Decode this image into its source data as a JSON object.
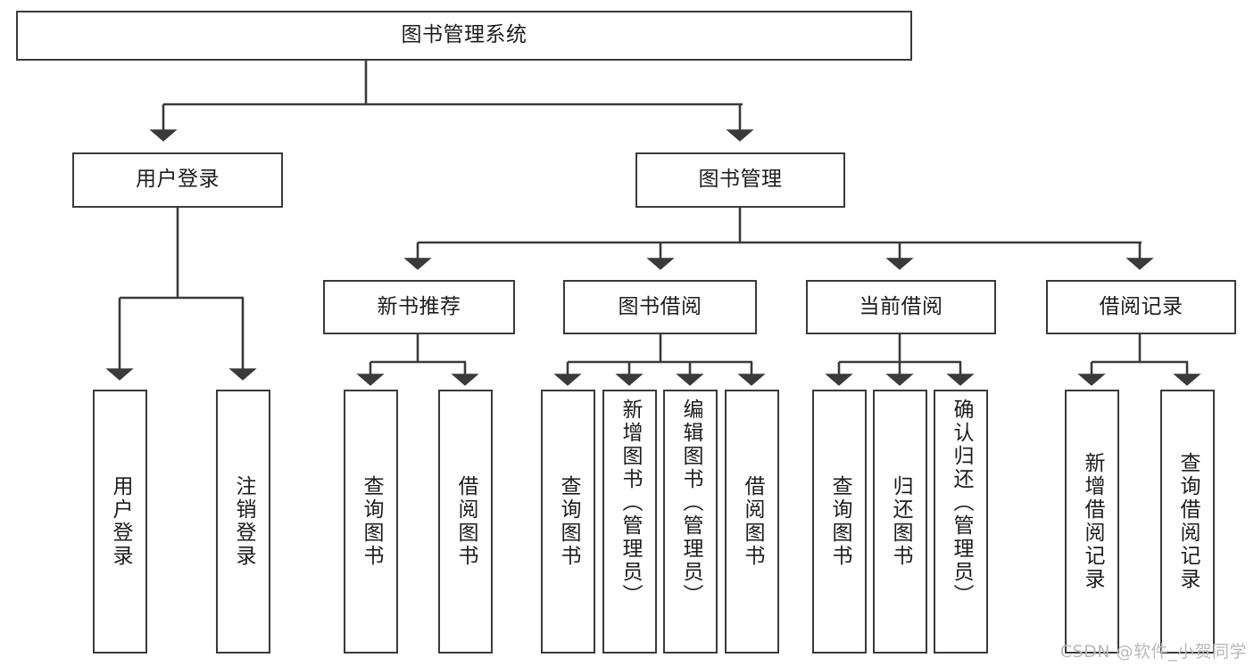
{
  "diagram": {
    "title": "图书管理系统",
    "type": "tree",
    "orientation": "top-down",
    "line_color": "#3a3a3a",
    "box_fill": "#ffffff",
    "text_color": "#1d1d1d",
    "root": {
      "label": "图书管理系统",
      "children": [
        {
          "label": "用户登录",
          "children": [
            {
              "label": "用户登录"
            },
            {
              "label": "注销登录"
            }
          ]
        },
        {
          "label": "图书管理",
          "children": [
            {
              "label": "新书推荐",
              "children": [
                {
                  "label": "查询图书"
                },
                {
                  "label": "借阅图书"
                }
              ]
            },
            {
              "label": "图书借阅",
              "children": [
                {
                  "label": "查询图书"
                },
                {
                  "label": "新增图书（管理员）"
                },
                {
                  "label": "编辑图书（管理员）"
                },
                {
                  "label": "借阅图书"
                }
              ]
            },
            {
              "label": "当前借阅",
              "children": [
                {
                  "label": "查询图书"
                },
                {
                  "label": "归还图书"
                },
                {
                  "label": "确认归还（管理员）"
                }
              ]
            },
            {
              "label": "借阅记录",
              "children": [
                {
                  "label": "新增借阅记录"
                },
                {
                  "label": "查询借阅记录"
                }
              ]
            }
          ]
        }
      ]
    },
    "nodes": {
      "root": "图书管理系统",
      "user_login": "用户登录",
      "book_manage": "图书管理",
      "new_book_rec": "新书推荐",
      "book_borrow": "图书借阅",
      "current_borrow": "当前借阅",
      "borrow_record": "借阅记录",
      "leaf_user_login": "用户登录",
      "leaf_logout": "注销登录",
      "leaf_query_book_a": "查询图书",
      "leaf_borrow_book_a": "借阅图书",
      "leaf_query_book_b": "查询图书",
      "leaf_add_book": "新增图书（管理员）",
      "leaf_edit_book": "编辑图书（管理员）",
      "leaf_borrow_book_b": "借阅图书",
      "leaf_query_book_c": "查询图书",
      "leaf_return_book": "归还图书",
      "leaf_confirm_return": "确认归还（管理员）",
      "leaf_add_record": "新增借阅记录",
      "leaf_query_record": "查询借阅记录"
    }
  },
  "watermark": {
    "text": "CSDN @软件_小贺同学"
  }
}
